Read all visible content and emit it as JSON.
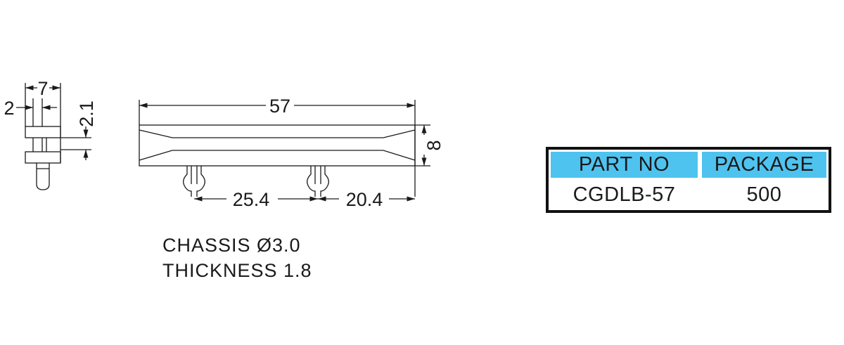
{
  "dimensions": {
    "side_width": "7",
    "side_offset": "2",
    "side_height": "2.1",
    "length": "57",
    "height": "8",
    "pitch": "25.4",
    "end_offset": "20.4"
  },
  "specs": {
    "line1": "CHASSIS  Ø3.0",
    "line2": "THICKNESS  1.8"
  },
  "table": {
    "headers": [
      "PART NO",
      "PACKAGE"
    ],
    "row": [
      "CGDLB-57",
      "500"
    ],
    "header_color": "#4fc3ef"
  }
}
